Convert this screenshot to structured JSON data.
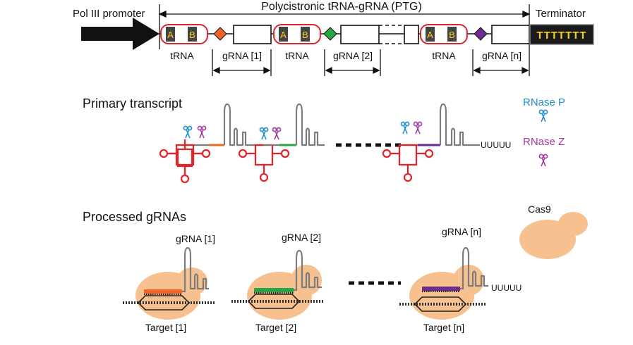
{
  "construct": {
    "promoter_label": "Pol III promoter",
    "ptg_label": "Polycistronic tRNA-gRNA (PTG)",
    "terminator_label": "Terminator",
    "terminator_seq": "TTTTTTT",
    "box_a": "A",
    "box_b": "B",
    "trna_label": "tRNA",
    "grna_labels": [
      "gRNA [1]",
      "gRNA [2]",
      "gRNA [n]"
    ]
  },
  "transcript": {
    "title": "Primary transcript",
    "polyu": "UUUUU"
  },
  "legend": {
    "rnase_p": "RNase P",
    "rnase_z": "RNase Z",
    "cas9": "Cas9"
  },
  "processed": {
    "title": "Processed gRNAs",
    "grna_labels": [
      "gRNA [1]",
      "gRNA [2]",
      "gRNA [n]"
    ],
    "target_labels": [
      "Target [1]",
      "Target [2]",
      "Target [n]"
    ],
    "polyu": "UUUUU"
  },
  "colors": {
    "spacer_1": "#f26522",
    "spacer_2": "#27a547",
    "spacer_n": "#6a2c8e",
    "trna": "#e0242a",
    "rnase_p": "#1f8fc9",
    "rnase_z": "#a03a9e",
    "cas9": "#f6c08f",
    "terminator_text": "#f2d21b"
  }
}
